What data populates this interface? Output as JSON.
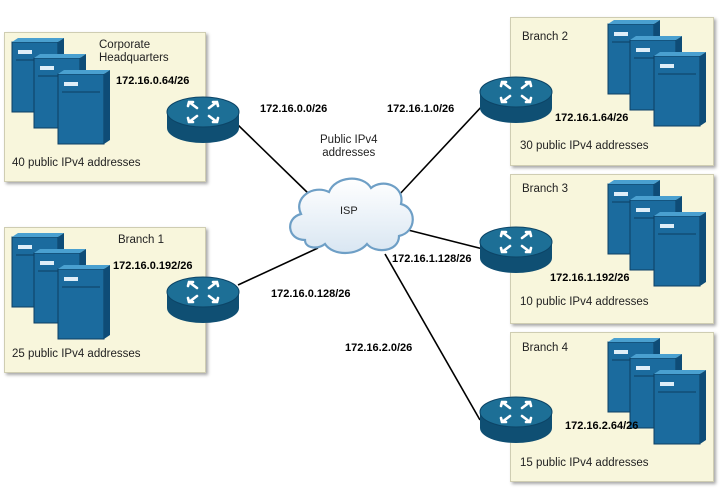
{
  "diagram": {
    "center": {
      "name": "ISP",
      "caption": "Public IPv4\naddresses"
    },
    "sites": [
      {
        "id": "hq",
        "name": "Corporate\nHeadquarters",
        "lan_subnet": "172.16.0.64/26",
        "addresses": "40 public IPv4 addresses",
        "link_subnet": "172.16.0.0/26"
      },
      {
        "id": "b1",
        "name": "Branch 1",
        "lan_subnet": "172.16.0.192/26",
        "addresses": "25 public IPv4 addresses",
        "link_subnet": "172.16.0.128/26"
      },
      {
        "id": "b2",
        "name": "Branch 2",
        "lan_subnet": "172.16.1.64/26",
        "addresses": "30 public IPv4 addresses",
        "link_subnet": "172.16.1.0/26"
      },
      {
        "id": "b3",
        "name": "Branch 3",
        "lan_subnet": "172.16.1.192/26",
        "addresses": "10 public IPv4 addresses",
        "link_subnet": "172.16.1.128/26"
      },
      {
        "id": "b4",
        "name": "Branch 4",
        "lan_subnet": "172.16.2.64/26",
        "addresses": "15 public IPv4 addresses",
        "link_subnet": "172.16.2.0/26"
      }
    ],
    "icons": {
      "server": "server-stack-icon",
      "router": "router-icon",
      "cloud": "cloud-icon"
    },
    "colors": {
      "panel": "#f8f6dc",
      "router": "#1d6f96",
      "server": "#1b6b9e",
      "link": "#000000"
    }
  }
}
